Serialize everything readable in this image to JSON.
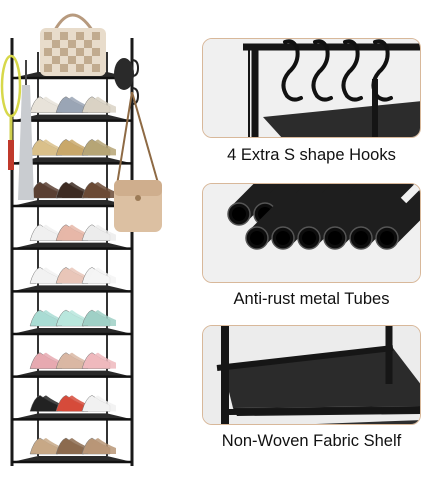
{
  "features": [
    {
      "caption": "4 Extra S shape Hooks"
    },
    {
      "caption": "Anti-rust metal Tubes"
    },
    {
      "caption": "Non-Woven Fabric Shelf"
    }
  ],
  "colors": {
    "frame": "#1a1a1a",
    "panel_border": "#d8b89a",
    "panel_bg": "#f2f2f2"
  },
  "shelf_count": 10
}
